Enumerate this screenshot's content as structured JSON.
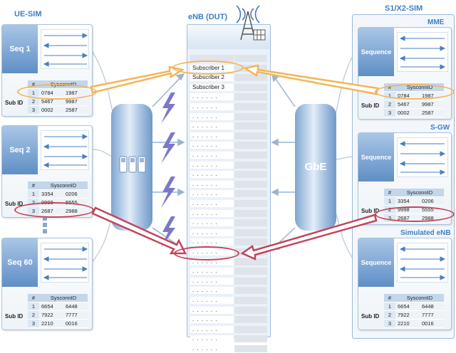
{
  "headings": {
    "left": "UE-SIM",
    "center": "eNB (DUT)",
    "right": "S1/X2-SIM"
  },
  "ue_sim": [
    {
      "seq": "Seq 1",
      "sub_id_label": "Sub ID",
      "header": [
        "#",
        "SysconnID"
      ],
      "rows": [
        [
          "1",
          "0784",
          "1987"
        ],
        [
          "2",
          "5467",
          "9987"
        ],
        [
          "3",
          "0002",
          "2587"
        ]
      ]
    },
    {
      "seq": "Seq 2",
      "sub_id_label": "Sub ID",
      "header": [
        "#",
        "SysconnID"
      ],
      "rows": [
        [
          "1",
          "3354",
          "0206"
        ],
        [
          "2",
          "9998",
          "5555"
        ],
        [
          "3",
          "2687",
          "2988"
        ]
      ]
    },
    {
      "seq": "Seq 60",
      "sub_id_label": "Sub ID",
      "header": [
        "#",
        "SysconnID"
      ],
      "rows": [
        [
          "1",
          "6654",
          "6448"
        ],
        [
          "2",
          "7922",
          "7777"
        ],
        [
          "3",
          "2210",
          "0016"
        ]
      ]
    }
  ],
  "s1_sim": [
    {
      "title": "MME",
      "seq": "Sequence",
      "sub_id_label": "Sub ID",
      "header": [
        "#",
        "SysconnID"
      ],
      "rows": [
        [
          "1",
          "0784",
          "1987"
        ],
        [
          "2",
          "5467",
          "9987"
        ],
        [
          "3",
          "0002",
          "2587"
        ]
      ]
    },
    {
      "title": "S-GW",
      "seq": "Sequence",
      "sub_id_label": "Sub ID",
      "header": [
        "#",
        "SysconnID"
      ],
      "rows": [
        [
          "1",
          "3354",
          "0206"
        ],
        [
          "2",
          "9998",
          "5555"
        ],
        [
          "3",
          "2687",
          "2988"
        ]
      ]
    },
    {
      "title": "Simulated eNB",
      "seq": "Sequence",
      "sub_id_label": "Sub ID",
      "header": [
        "#",
        "SysconnID"
      ],
      "rows": [
        [
          "1",
          "6654",
          "6448"
        ],
        [
          "2",
          "7922",
          "7777"
        ],
        [
          "3",
          "2210",
          "0016"
        ]
      ]
    }
  ],
  "enb_rows": {
    "subscribers": [
      "Subscriber 1",
      "Subscriber 2",
      "Subscriber 3"
    ],
    "placeholder": ". . . . . ."
  },
  "gbe_label": "GbE",
  "colors": {
    "orange": "#f2b559",
    "red": "#c2455a",
    "blue": "#3f7fc4"
  }
}
